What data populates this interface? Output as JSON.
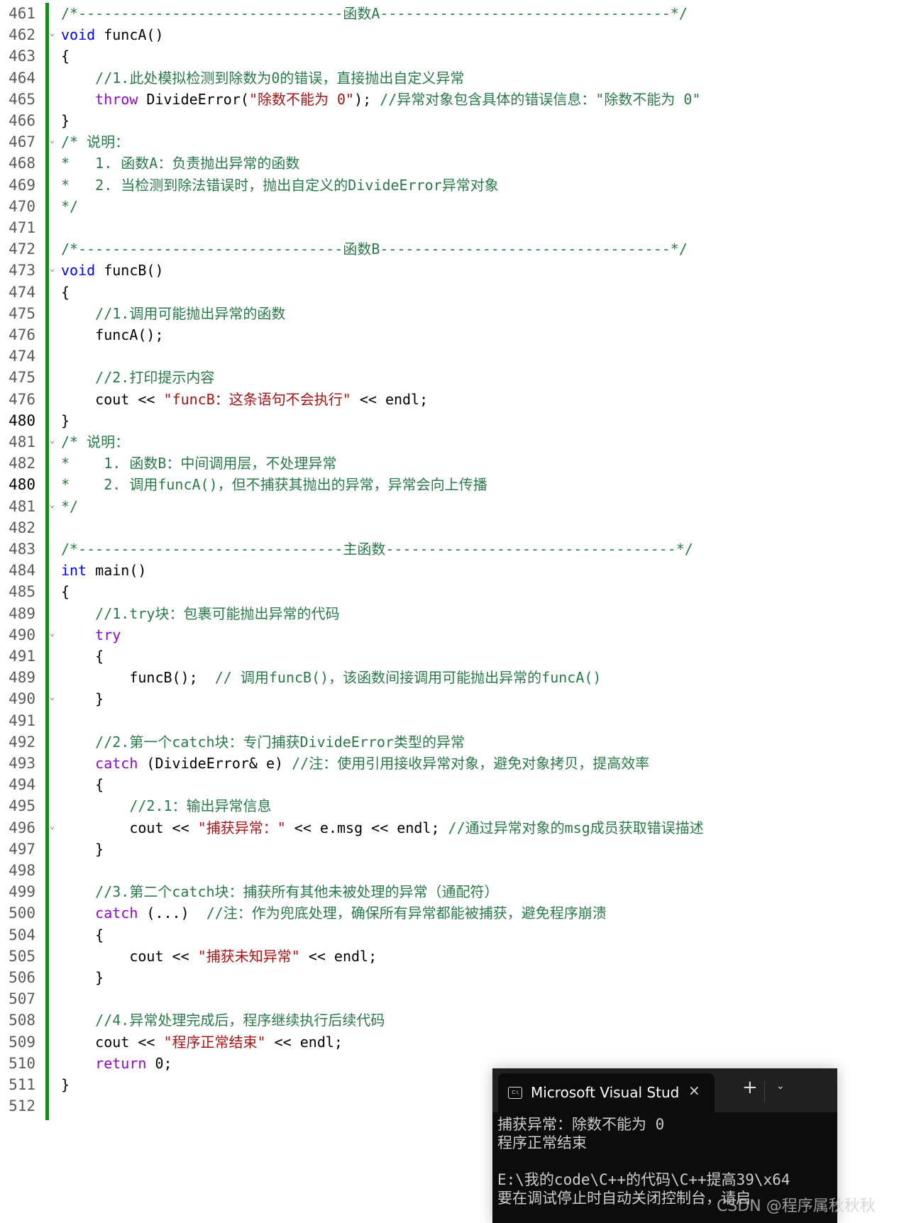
{
  "editor": {
    "lines": [
      {
        "num": "461",
        "segs": [
          {
            "t": "/*-------------------------------函数A----------------------------------*/",
            "c": "c"
          }
        ]
      },
      {
        "num": "462",
        "fold": true,
        "segs": [
          {
            "t": "void",
            "c": "k"
          },
          {
            "t": " funcA()",
            "c": "n"
          }
        ]
      },
      {
        "num": "463",
        "segs": [
          {
            "t": "{",
            "c": "n"
          }
        ]
      },
      {
        "num": "464",
        "segs": [
          {
            "t": "    //1.此处模拟检测到除数为0的错误，直接抛出自定义异常",
            "c": "c"
          }
        ]
      },
      {
        "num": "465",
        "segs": [
          {
            "t": "    ",
            "c": "n"
          },
          {
            "t": "throw",
            "c": "p"
          },
          {
            "t": " DivideError(",
            "c": "n"
          },
          {
            "t": "\"除数不能为 0\"",
            "c": "s"
          },
          {
            "t": "); ",
            "c": "n"
          },
          {
            "t": "//异常对象包含具体的错误信息：\"除数不能为 0\"",
            "c": "c"
          }
        ]
      },
      {
        "num": "466",
        "segs": [
          {
            "t": "}",
            "c": "n"
          }
        ]
      },
      {
        "num": "467",
        "fold": true,
        "segs": [
          {
            "t": "/* 说明：",
            "c": "c"
          }
        ]
      },
      {
        "num": "468",
        "segs": [
          {
            "t": "*   1. 函数A：负责抛出异常的函数",
            "c": "c"
          }
        ]
      },
      {
        "num": "469",
        "segs": [
          {
            "t": "*   2. 当检测到除法错误时，抛出自定义的DivideError异常对象",
            "c": "c"
          }
        ]
      },
      {
        "num": "470",
        "segs": [
          {
            "t": "*/",
            "c": "c"
          }
        ]
      },
      {
        "num": "471",
        "segs": []
      },
      {
        "num": "472",
        "segs": [
          {
            "t": "/*-------------------------------函数B----------------------------------*/",
            "c": "c"
          }
        ]
      },
      {
        "num": "473",
        "fold": true,
        "segs": [
          {
            "t": "void",
            "c": "k"
          },
          {
            "t": " funcB()",
            "c": "n"
          }
        ]
      },
      {
        "num": "474",
        "segs": [
          {
            "t": "{",
            "c": "n"
          }
        ]
      },
      {
        "num": "475",
        "segs": [
          {
            "t": "    //1.调用可能抛出异常的函数",
            "c": "c"
          }
        ]
      },
      {
        "num": "476",
        "segs": [
          {
            "t": "    funcA();",
            "c": "n"
          }
        ]
      },
      {
        "num": "474",
        "segs": []
      },
      {
        "num": "475",
        "segs": [
          {
            "t": "    //2.打印提示内容",
            "c": "c"
          }
        ]
      },
      {
        "num": "476",
        "segs": [
          {
            "t": "    cout << ",
            "c": "n"
          },
          {
            "t": "\"funcB：这条语句不会执行\"",
            "c": "s"
          },
          {
            "t": " << endl;",
            "c": "n"
          }
        ]
      },
      {
        "num": "480",
        "current": true,
        "segs": [
          {
            "t": "}",
            "c": "n"
          }
        ]
      },
      {
        "num": "481",
        "fold": true,
        "segs": [
          {
            "t": "/* 说明：",
            "c": "c"
          }
        ]
      },
      {
        "num": "482",
        "segs": [
          {
            "t": "*    1. 函数B：中间调用层，不处理异常",
            "c": "c"
          }
        ]
      },
      {
        "num": "480",
        "current": true,
        "segs": [
          {
            "t": "*    2. 调用funcA()，但不捕获其抛出的异常，异常会向上传播",
            "c": "c"
          }
        ]
      },
      {
        "num": "481",
        "fold": true,
        "segs": [
          {
            "t": "*/",
            "c": "c"
          }
        ]
      },
      {
        "num": "482",
        "segs": []
      },
      {
        "num": "483",
        "segs": [
          {
            "t": "/*-------------------------------主函数----------------------------------*/",
            "c": "c"
          }
        ]
      },
      {
        "num": "484",
        "segs": [
          {
            "t": "int",
            "c": "k"
          },
          {
            "t": " main()",
            "c": "n"
          }
        ]
      },
      {
        "num": "485",
        "segs": [
          {
            "t": "{",
            "c": "n"
          }
        ]
      },
      {
        "num": "489",
        "segs": [
          {
            "t": "    //1.try块：包裹可能抛出异常的代码",
            "c": "c"
          }
        ]
      },
      {
        "num": "490",
        "fold": true,
        "segs": [
          {
            "t": "    ",
            "c": "n"
          },
          {
            "t": "try",
            "c": "p"
          }
        ]
      },
      {
        "num": "491",
        "segs": [
          {
            "t": "    {",
            "c": "n"
          }
        ]
      },
      {
        "num": "489",
        "segs": [
          {
            "t": "        funcB();  ",
            "c": "n"
          },
          {
            "t": "// 调用funcB()，该函数间接调用可能抛出异常的funcA()",
            "c": "c"
          }
        ]
      },
      {
        "num": "490",
        "fold": true,
        "segs": [
          {
            "t": "    }",
            "c": "n"
          }
        ]
      },
      {
        "num": "491",
        "segs": []
      },
      {
        "num": "492",
        "segs": [
          {
            "t": "    //2.第一个catch块：专门捕获DivideError类型的异常",
            "c": "c"
          }
        ]
      },
      {
        "num": "493",
        "segs": [
          {
            "t": "    ",
            "c": "n"
          },
          {
            "t": "catch",
            "c": "p"
          },
          {
            "t": " (DivideError& e) ",
            "c": "n"
          },
          {
            "t": "//注：使用引用接收异常对象，避免对象拷贝，提高效率",
            "c": "c"
          }
        ]
      },
      {
        "num": "494",
        "segs": [
          {
            "t": "    {",
            "c": "n"
          }
        ]
      },
      {
        "num": "495",
        "segs": [
          {
            "t": "        //2.1：输出异常信息",
            "c": "c"
          }
        ]
      },
      {
        "num": "496",
        "fold": true,
        "segs": [
          {
            "t": "        cout << ",
            "c": "n"
          },
          {
            "t": "\"捕获异常：\"",
            "c": "s"
          },
          {
            "t": " << e.msg << endl; ",
            "c": "n"
          },
          {
            "t": "//通过异常对象的msg成员获取错误描述",
            "c": "c"
          }
        ]
      },
      {
        "num": "497",
        "segs": [
          {
            "t": "    }",
            "c": "n"
          }
        ]
      },
      {
        "num": "498",
        "segs": []
      },
      {
        "num": "499",
        "segs": [
          {
            "t": "    //3.第二个catch块：捕获所有其他未被处理的异常（通配符）",
            "c": "c"
          }
        ]
      },
      {
        "num": "500",
        "segs": [
          {
            "t": "    ",
            "c": "n"
          },
          {
            "t": "catch",
            "c": "p"
          },
          {
            "t": " (...)  ",
            "c": "n"
          },
          {
            "t": "//注：作为兜底处理，确保所有异常都能被捕获，避免程序崩溃",
            "c": "c"
          }
        ]
      },
      {
        "num": "504",
        "segs": [
          {
            "t": "    {",
            "c": "n"
          }
        ]
      },
      {
        "num": "505",
        "segs": [
          {
            "t": "        cout << ",
            "c": "n"
          },
          {
            "t": "\"捕获未知异常\"",
            "c": "s"
          },
          {
            "t": " << endl;",
            "c": "n"
          }
        ]
      },
      {
        "num": "506",
        "segs": [
          {
            "t": "    }",
            "c": "n"
          }
        ]
      },
      {
        "num": "507",
        "segs": []
      },
      {
        "num": "508",
        "segs": [
          {
            "t": "    //4.异常处理完成后，程序继续执行后续代码",
            "c": "c"
          }
        ]
      },
      {
        "num": "509",
        "segs": [
          {
            "t": "    cout << ",
            "c": "n"
          },
          {
            "t": "\"程序正常结束\"",
            "c": "s"
          },
          {
            "t": " << endl;",
            "c": "n"
          }
        ]
      },
      {
        "num": "510",
        "segs": [
          {
            "t": "    ",
            "c": "n"
          },
          {
            "t": "return",
            "c": "p"
          },
          {
            "t": " 0;",
            "c": "n"
          }
        ]
      },
      {
        "num": "511",
        "segs": [
          {
            "t": "}",
            "c": "n"
          }
        ]
      },
      {
        "num": "512",
        "segs": []
      }
    ]
  },
  "terminal": {
    "tab_title": "Microsoft Visual Studio 调试控制台",
    "tab_icon": "console-icon",
    "close_icon": "×",
    "new_tab_icon": "+",
    "dropdown_icon": "⌄",
    "output": [
      "捕获异常：除数不能为 0",
      "程序正常结束",
      "",
      "E:\\我的code\\C++的代码\\C++提高39\\x64",
      "要在调试停止时自动关闭控制台，请启"
    ]
  },
  "watermark": "CSDN @程序属秋秋秋",
  "colors": {
    "keyword": "#0000ff",
    "control": "#8f08c4",
    "string": "#a31515",
    "comment": "#2a7a4a",
    "gutter_bar": "#1e8a1e",
    "terminal_bg": "#0c0c0c"
  }
}
